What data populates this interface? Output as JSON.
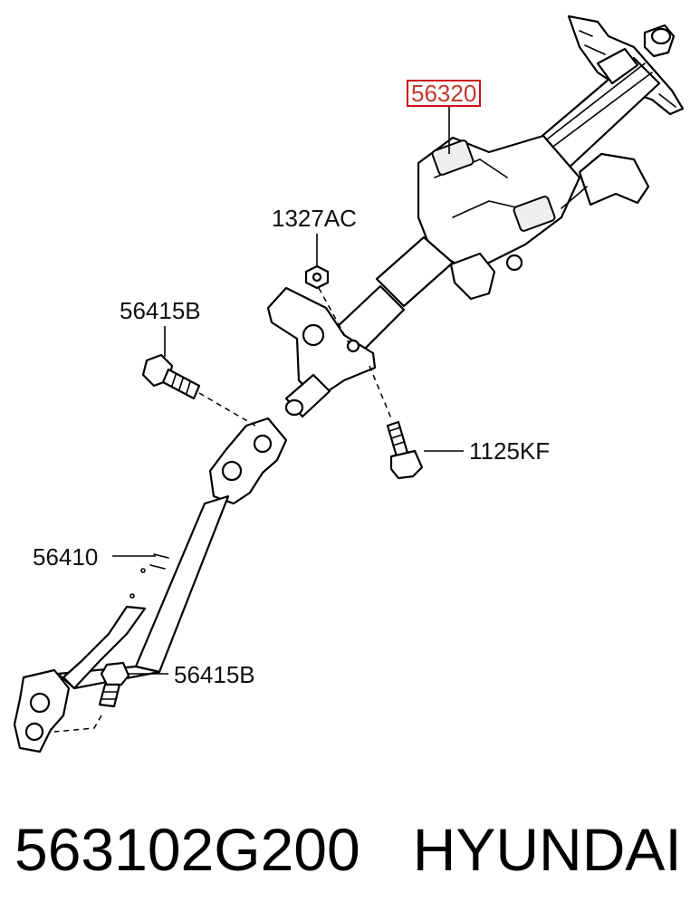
{
  "diagram": {
    "callouts": {
      "steering_column": "56320",
      "nut": "1327AC",
      "bolt_upper": "56415B",
      "bolt_right": "1125KF",
      "intermediate_shaft": "56410",
      "bolt_lower": "56415B"
    },
    "highlight_color": "#d0121b"
  },
  "caption": {
    "part_number": "563102G200",
    "brand": "HYUNDAI"
  }
}
